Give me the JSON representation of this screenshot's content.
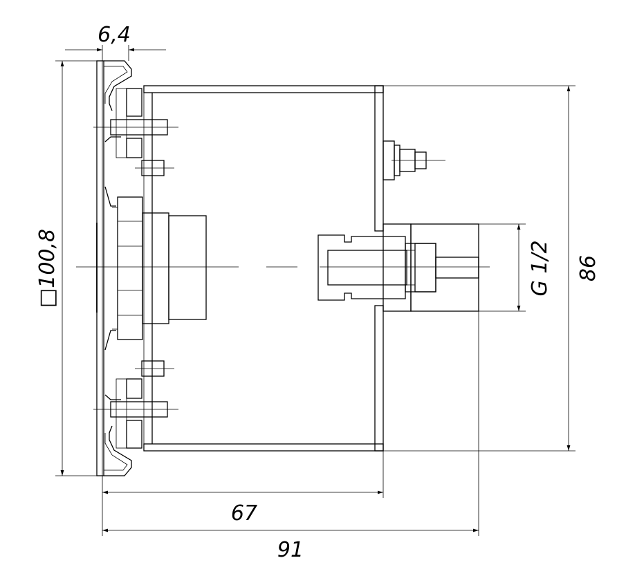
{
  "drawing": {
    "dimensions": {
      "flange_thickness": "6,4",
      "flange_square": "□100,8",
      "thread": "G 1/2",
      "housing_height": "86",
      "body_length": "67",
      "overall_length": "91"
    }
  }
}
